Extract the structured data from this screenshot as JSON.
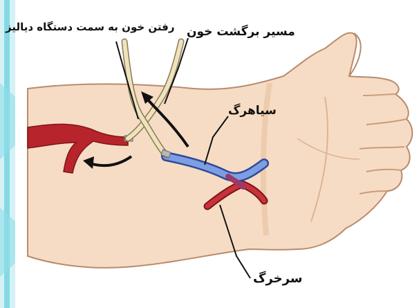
{
  "labels": {
    "to_dialysis": "رفتن خون به سمت دستگاه دیالیز",
    "return_path": "مسیر برگشت خون",
    "vein": "سیاهرگ",
    "artery": "سرخرگ"
  },
  "colors": {
    "skin": "#f6dcc4",
    "skin_shadow": "#e7bf9f",
    "outline": "#b88b6c",
    "vein": "#6e8fd8",
    "artery": "#b8242b",
    "tube": "#ece0b8",
    "border_teal": "#4fc9d9"
  }
}
